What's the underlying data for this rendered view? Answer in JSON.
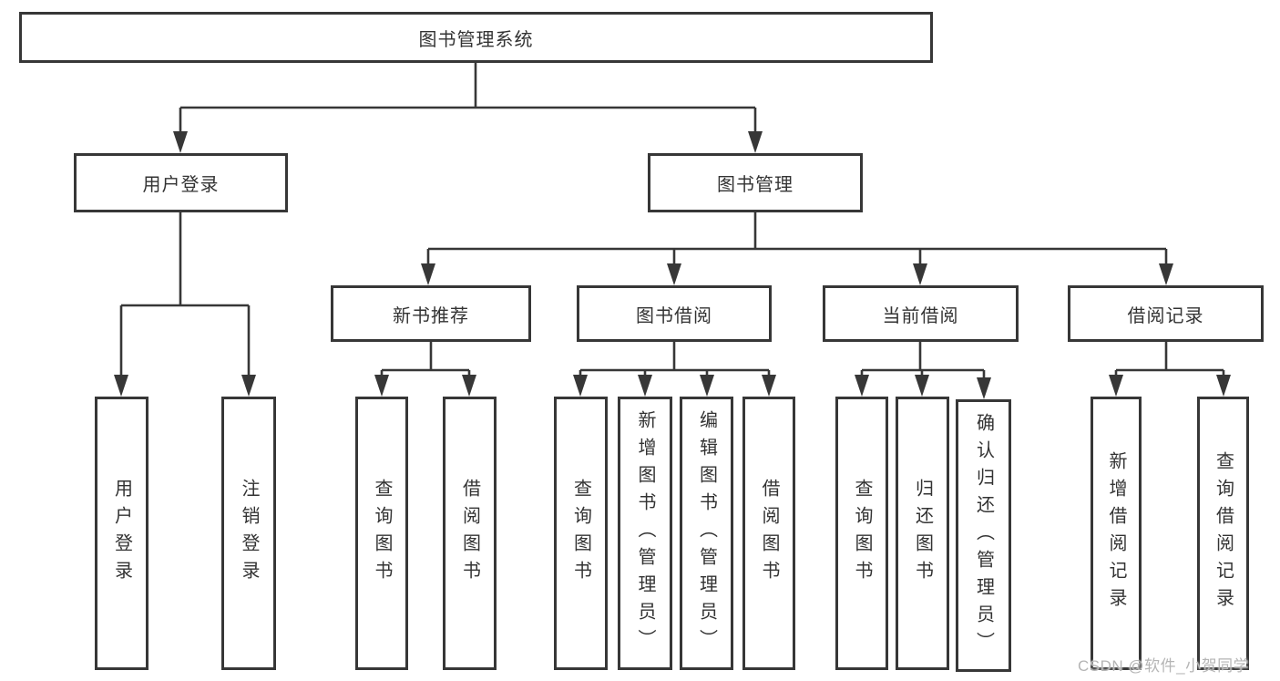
{
  "root": {
    "label": "图书管理系统",
    "children": [
      {
        "label": "用户登录",
        "children": [
          {
            "label": "用户登录"
          },
          {
            "label": "注销登录"
          }
        ]
      },
      {
        "label": "图书管理",
        "children": [
          {
            "label": "新书推荐",
            "children": [
              {
                "label": "查询图书"
              },
              {
                "label": "借阅图书"
              }
            ]
          },
          {
            "label": "图书借阅",
            "children": [
              {
                "label": "查询图书"
              },
              {
                "label": "新增图书（管理员）"
              },
              {
                "label": "编辑图书（管理员）"
              },
              {
                "label": "借阅图书"
              }
            ]
          },
          {
            "label": "当前借阅",
            "children": [
              {
                "label": "查询图书"
              },
              {
                "label": "归还图书"
              },
              {
                "label": "确认归还（管理员）"
              }
            ]
          },
          {
            "label": "借阅记录",
            "children": [
              {
                "label": "新增借阅记录"
              },
              {
                "label": "查询借阅记录"
              }
            ]
          }
        ]
      }
    ]
  },
  "watermark": {
    "text": "CSDN @软件_小贺同学"
  },
  "colors": {
    "line": "#373737",
    "box_border": "#373737",
    "text": "#333333",
    "watermark": "#b5b5b5",
    "background": "#ffffff"
  }
}
